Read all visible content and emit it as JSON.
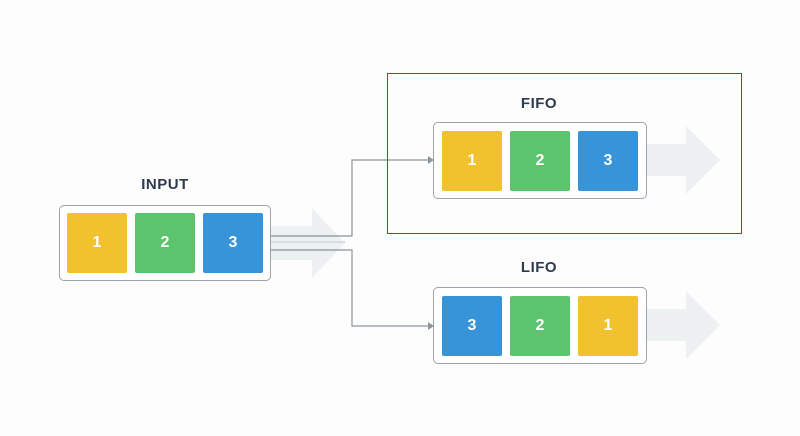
{
  "colors": {
    "yellow": "#f2c12e",
    "green": "#5cc46d",
    "blue": "#3794d8",
    "arrow": "#eef1f2",
    "wire": "#8c969e",
    "border": "#9aa3aa",
    "highlight": "#c0262b"
  },
  "input": {
    "title": "INPUT",
    "cells": [
      {
        "label": "1",
        "color": "yellow"
      },
      {
        "label": "2",
        "color": "green"
      },
      {
        "label": "3",
        "color": "blue"
      }
    ]
  },
  "fifo": {
    "title": "FIFO",
    "highlighted": true,
    "cells": [
      {
        "label": "1",
        "color": "yellow"
      },
      {
        "label": "2",
        "color": "green"
      },
      {
        "label": "3",
        "color": "blue"
      }
    ]
  },
  "lifo": {
    "title": "LIFO",
    "cells": [
      {
        "label": "3",
        "color": "blue"
      },
      {
        "label": "2",
        "color": "green"
      },
      {
        "label": "1",
        "color": "yellow"
      }
    ]
  }
}
